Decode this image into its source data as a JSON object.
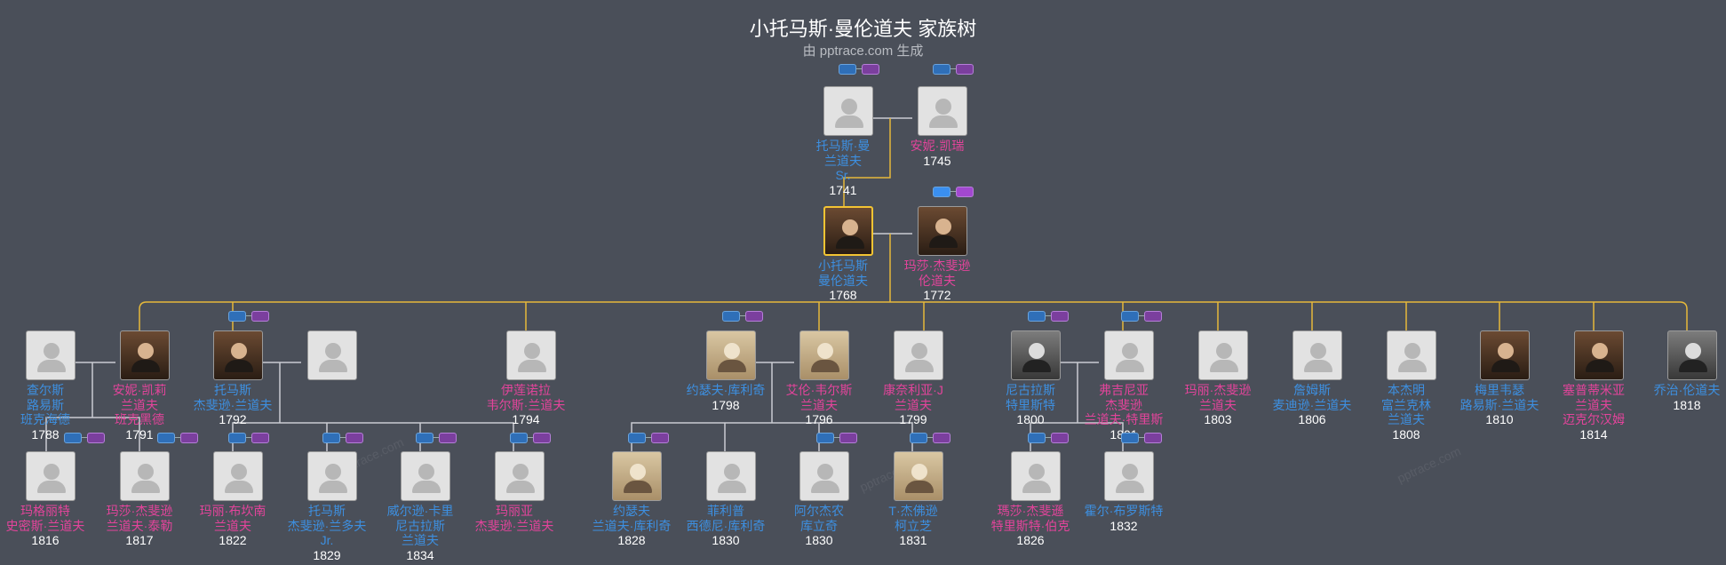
{
  "header": {
    "title": "小托马斯·曼伦道夫 家族树",
    "subtitle": "由 pptrace.com 生成"
  },
  "watermark": "pptrace.com",
  "people": [
    {
      "id": "p1",
      "lines": [
        "托马斯·曼",
        "兰道夫",
        "Sr."
      ],
      "year": "1741",
      "gender": "male",
      "photo": "placeholder"
    },
    {
      "id": "p2",
      "lines": [
        "安妮·凯瑞"
      ],
      "year": "1745",
      "gender": "female",
      "photo": "placeholder"
    },
    {
      "id": "p3",
      "lines": [
        "小托马斯",
        "曼伦道夫"
      ],
      "year": "1768",
      "gender": "male",
      "photo": "portrait",
      "root": true
    },
    {
      "id": "p4",
      "lines": [
        "玛莎·杰斐逊",
        "伦道夫"
      ],
      "year": "1772",
      "gender": "female",
      "photo": "portrait"
    },
    {
      "id": "p5",
      "lines": [
        "查尔斯",
        "路易斯",
        "班克海德"
      ],
      "year": "1788",
      "gender": "male",
      "photo": "placeholder"
    },
    {
      "id": "p6",
      "lines": [
        "安妮·凯莉",
        "兰道夫",
        "班克黑德"
      ],
      "year": "1791",
      "gender": "female",
      "photo": "portrait"
    },
    {
      "id": "p7",
      "lines": [
        "托马斯",
        "杰斐逊·兰道夫"
      ],
      "year": "1792",
      "gender": "male",
      "photo": "portrait"
    },
    {
      "id": "p8",
      "lines": [],
      "year": "",
      "gender": "female",
      "photo": "placeholder"
    },
    {
      "id": "p9",
      "lines": [
        "伊莲诺拉",
        "韦尔斯·兰道夫"
      ],
      "year": "1794",
      "gender": "female",
      "photo": "placeholder"
    },
    {
      "id": "p10",
      "lines": [
        "约瑟夫·库利奇"
      ],
      "year": "1798",
      "gender": "male",
      "photo": "sepia"
    },
    {
      "id": "p11",
      "lines": [
        "艾伦·韦尔斯",
        "兰道夫"
      ],
      "year": "1796",
      "gender": "female",
      "photo": "sepia"
    },
    {
      "id": "p12",
      "lines": [
        "康奈利亚·J",
        "兰道夫"
      ],
      "year": "1799",
      "gender": "female",
      "photo": "placeholder"
    },
    {
      "id": "p13",
      "lines": [
        "尼古拉斯",
        "特里斯特"
      ],
      "year": "1800",
      "gender": "male",
      "photo": "dark"
    },
    {
      "id": "p14",
      "lines": [
        "弗吉尼亚",
        "杰斐逊",
        "兰道夫·特里斯"
      ],
      "year": "1801",
      "gender": "female",
      "photo": "placeholder"
    },
    {
      "id": "p15",
      "lines": [
        "玛丽·杰斐逊",
        "兰道夫"
      ],
      "year": "1803",
      "gender": "female",
      "photo": "placeholder"
    },
    {
      "id": "p16",
      "lines": [
        "詹姆斯",
        "麦迪逊·兰道夫"
      ],
      "year": "1806",
      "gender": "male",
      "photo": "placeholder"
    },
    {
      "id": "p17",
      "lines": [
        "本杰明",
        "富兰克林",
        "兰道夫"
      ],
      "year": "1808",
      "gender": "male",
      "photo": "placeholder"
    },
    {
      "id": "p18",
      "lines": [
        "梅里韦瑟",
        "路易斯·兰道夫"
      ],
      "year": "1810",
      "gender": "male",
      "photo": "portrait"
    },
    {
      "id": "p19",
      "lines": [
        "塞普蒂米亚",
        "兰道夫",
        "迈克尔汉姆"
      ],
      "year": "1814",
      "gender": "female",
      "photo": "portrait"
    },
    {
      "id": "p20",
      "lines": [
        "乔治·伦道夫"
      ],
      "year": "1818",
      "gender": "male",
      "photo": "dark"
    },
    {
      "id": "p21",
      "lines": [
        "玛格丽特",
        "史密斯·兰道夫"
      ],
      "year": "1816",
      "gender": "female",
      "photo": "placeholder"
    },
    {
      "id": "p22",
      "lines": [
        "玛莎·杰斐逊",
        "兰道夫·泰勒"
      ],
      "year": "1817",
      "gender": "female",
      "photo": "placeholder"
    },
    {
      "id": "p23",
      "lines": [
        "玛丽·布坎南",
        "兰道夫"
      ],
      "year": "1822",
      "gender": "female",
      "photo": "placeholder"
    },
    {
      "id": "p24",
      "lines": [
        "托马斯",
        "杰斐逊·兰多夫",
        "Jr."
      ],
      "year": "1829",
      "gender": "male",
      "photo": "placeholder"
    },
    {
      "id": "p25",
      "lines": [
        "威尔逊·卡里",
        "尼古拉斯",
        "兰道夫"
      ],
      "year": "1834",
      "gender": "male",
      "photo": "placeholder"
    },
    {
      "id": "p26",
      "lines": [
        "玛丽亚",
        "杰斐逊·兰道夫"
      ],
      "year": "",
      "gender": "female",
      "photo": "placeholder"
    },
    {
      "id": "p27",
      "lines": [
        "约瑟夫",
        "兰道夫·库利奇"
      ],
      "year": "1828",
      "gender": "male",
      "photo": "sepia"
    },
    {
      "id": "p28",
      "lines": [
        "菲利普",
        "西德尼·库利奇"
      ],
      "year": "1830",
      "gender": "male",
      "photo": "placeholder"
    },
    {
      "id": "p29",
      "lines": [
        "阿尔杰农",
        "库立奇"
      ],
      "year": "1830",
      "gender": "male",
      "photo": "placeholder"
    },
    {
      "id": "p30",
      "lines": [
        "T·杰佛逊",
        "柯立芝"
      ],
      "year": "1831",
      "gender": "male",
      "photo": "sepia"
    },
    {
      "id": "p31",
      "lines": [
        "瑪莎·杰斐遜",
        "特里斯特·伯克"
      ],
      "year": "1826",
      "gender": "female",
      "photo": "placeholder"
    },
    {
      "id": "p32",
      "lines": [
        "霍尔·布罗斯特"
      ],
      "year": "1832",
      "gender": "male",
      "photo": "placeholder"
    }
  ]
}
